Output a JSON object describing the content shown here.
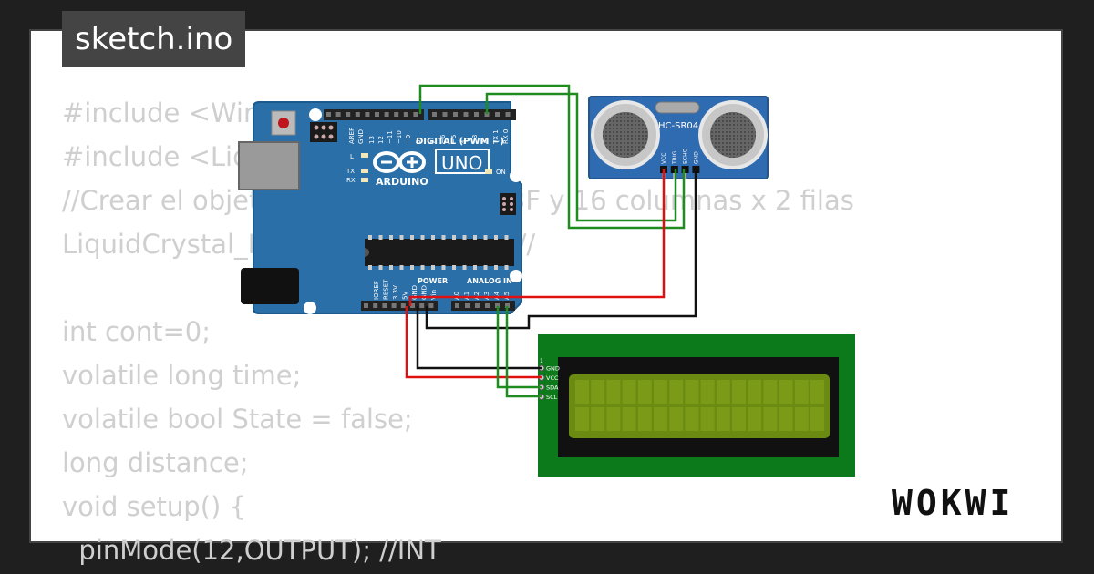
{
  "editor": {
    "filename": "sketch.ino",
    "code_lines": [
      "#include <Wire.h>",
      "#include <LiquidCrystal_I2C.h>",
      "//Crear el objeto lcd  dirección  0x3F y 16 columnas x 2 filas",
      "LiquidCrystal_I2C lcd(0x27,16,2);  //",
      "",
      "int cont=0;",
      "volatile long time;",
      "volatile bool State = false;",
      "long distance;",
      "void setup() {",
      "  pinMode(12,OUTPUT); //INT"
    ]
  },
  "arduino": {
    "model": "UNO",
    "brand": "ARDUINO",
    "digital_header": "DIGITAL (PWM ~)",
    "power_header": "POWER",
    "analog_header": "ANALOG IN",
    "aref": "AREF",
    "gnd": "GND",
    "led_l": "L",
    "led_tx": "TX",
    "led_rx": "RX",
    "led_on": "ON",
    "digital_pins": [
      "13",
      "12",
      "~11",
      "~10",
      "~9",
      "8",
      "7",
      "~6",
      "~5",
      "4",
      "~3",
      "2",
      "TX 1",
      "RX 0"
    ],
    "power_pins": [
      "IOREF",
      "RESET",
      "3.3V",
      "5V",
      "GND",
      "GND",
      "Vin"
    ],
    "analog_pins": [
      "A0",
      "A1",
      "A2",
      "A3",
      "A4",
      "A5"
    ]
  },
  "sensor": {
    "name": "HC-SR04",
    "pins": [
      "VCC",
      "TRIG",
      "ECHO",
      "GND"
    ]
  },
  "lcd": {
    "first_pin_marker": "1",
    "pins": [
      "GND",
      "VCC",
      "SDA",
      "SCL"
    ]
  },
  "brand": {
    "logo_text": "WOKWI"
  },
  "colors": {
    "board_blue": "#2a6fa8",
    "wire_green": "#1f8c1f",
    "wire_red": "#e01010",
    "wire_black": "#111111",
    "lcd_pcb": "#0c7a1a",
    "lcd_screen": "#6a8a12",
    "sensor_blue": "#2f6bb0"
  }
}
